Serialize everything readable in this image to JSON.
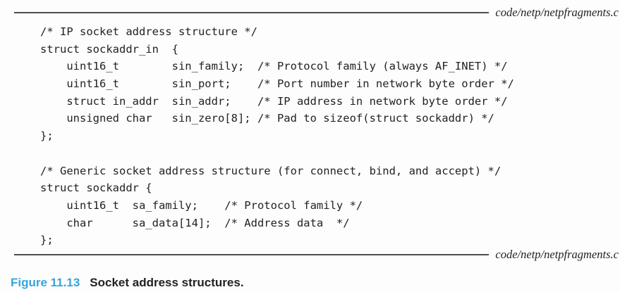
{
  "listing": {
    "source_label_top": "code/netp/netpfragments.c",
    "source_label_bottom": "code/netp/netpfragments.c",
    "code_lines": [
      "/* IP socket address structure */",
      "struct sockaddr_in  {",
      "    uint16_t        sin_family;  /* Protocol family (always AF_INET) */",
      "    uint16_t        sin_port;    /* Port number in network byte order */",
      "    struct in_addr  sin_addr;    /* IP address in network byte order */",
      "    unsigned char   sin_zero[8]; /* Pad to sizeof(struct sockaddr) */",
      "};",
      " ",
      "/* Generic socket address structure (for connect, bind, and accept) */",
      "struct sockaddr {",
      "    uint16_t  sa_family;    /* Protocol family */",
      "    char      sa_data[14];  /* Address data  */",
      "};"
    ]
  },
  "caption": {
    "figure_label": "Figure 11.13",
    "figure_title": "Socket address structures."
  },
  "colors": {
    "figure_label_blue": "#36a5da",
    "rule": "#4d4d4d",
    "code_text": "#222222"
  }
}
